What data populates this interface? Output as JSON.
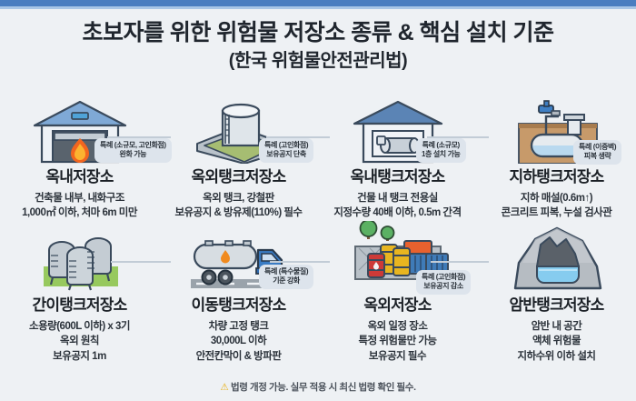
{
  "header": {
    "title_main": "초보자를 위한 위험물 저장소 종류 & 핵심 설치 기준",
    "title_sub": "(한국 위험물안전관리법)"
  },
  "theme": {
    "top_bar": "#4a7ec0",
    "top_bar_accent": "#a8c6e6",
    "background": "#eef1f4",
    "badge_bg": "#dde4ec",
    "title_color": "#20262e",
    "warn_color": "#e8b117"
  },
  "cards": [
    {
      "icon": "indoor-warehouse-fire-icon",
      "title": "옥내저장소",
      "desc": [
        "건축물 내부, 내화구조",
        "1,000㎡ 이하, 처마 6m 미만"
      ],
      "badge": [
        "특례 (소규모, 고인화점)",
        "완화 가능"
      ]
    },
    {
      "icon": "outdoor-vertical-tank-icon",
      "title": "옥외탱크저장소",
      "desc": [
        "옥외 탱크, 강철판",
        "보유공지 & 방유제(110%) 필수"
      ],
      "badge": [
        "특례 (고인화점)",
        "보유공지 단축"
      ]
    },
    {
      "icon": "indoor-tank-building-icon",
      "title": "옥내탱크저장소",
      "desc": [
        "건물 내 탱크 전용실",
        "지정수량 40배 이하, 0.5m 간격"
      ],
      "badge": [
        "특례 (소규모)",
        "1층 설치 가능"
      ]
    },
    {
      "icon": "underground-tank-icon",
      "title": "지하탱크저장소",
      "desc": [
        "지하 매설(0.6m↑)",
        "콘크리트 피복, 누설 검사관"
      ],
      "badge": [
        "특례 (이중벽)",
        "피복 생략"
      ]
    },
    {
      "icon": "simple-tanks-icon",
      "title": "간이탱크저장소",
      "desc": [
        "소용량(600L 이하) x 3기",
        "옥외 원칙",
        "보유공지 1m"
      ],
      "badge": null
    },
    {
      "icon": "tanker-truck-icon",
      "title": "이동탱크저장소",
      "desc": [
        "차량 고정 탱크",
        "30,000L 이하",
        "안전칸막이 & 방파판"
      ],
      "badge": [
        "특례 (특수물질)",
        "기준 강화"
      ]
    },
    {
      "icon": "outdoor-drums-icon",
      "title": "옥외저장소",
      "desc": [
        "옥외 일정 장소",
        "특정 위험물만 가능",
        "보유공지 필수"
      ],
      "badge": [
        "특례 (고인화점)",
        "보유공지 감소"
      ]
    },
    {
      "icon": "rock-cavern-tank-icon",
      "title": "암반탱크저장소",
      "desc": [
        "암반 내 공간",
        "액체 위험물",
        "지하수위 이하 설치"
      ],
      "badge": null
    }
  ],
  "footer": {
    "warn_icon": "warning-triangle-icon",
    "text": "법령 개정 가능. 실무 적용 시 최신 법령 확인 필수."
  }
}
